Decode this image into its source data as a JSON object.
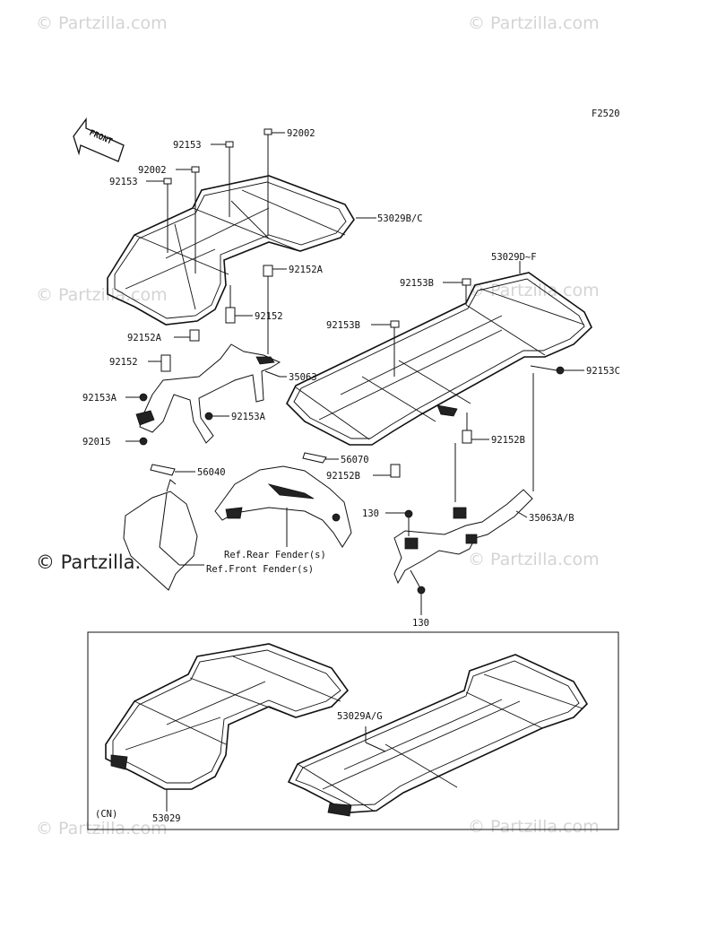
{
  "figure_code": "F2520",
  "front_label": "FRONT",
  "cn_label": "(CN)",
  "watermark": "© Partzilla.com",
  "watermark_main": "© Partzilla.com",
  "labels": {
    "p92153_top": "92153",
    "p92002_top": "92002",
    "p92002_mid": "92002",
    "p92153_mid": "92153",
    "p53029bc": "53029B/C",
    "p92152a_r": "92152A",
    "p92152_r": "92152",
    "p92152a_l": "92152A",
    "p92152_l": "92152",
    "p35063": "35063",
    "p92153a_l": "92153A",
    "p92153a_r": "92153A",
    "p92015": "92015",
    "p56040": "56040",
    "p56070": "56070",
    "p92152b_l": "92152B",
    "p53029df": "53029D~F",
    "p92153b_top": "92153B",
    "p92153b_mid": "92153B",
    "p92153c": "92153C",
    "p92152b_r": "92152B",
    "p130_top": "130",
    "p35063ab": "35063A/B",
    "p130_bot": "130",
    "rear_fender": "Ref.Rear Fender(s)",
    "front_fender": "Ref.Front Fender(s)",
    "p53029ag": "53029A/G",
    "p53029": "53029"
  }
}
